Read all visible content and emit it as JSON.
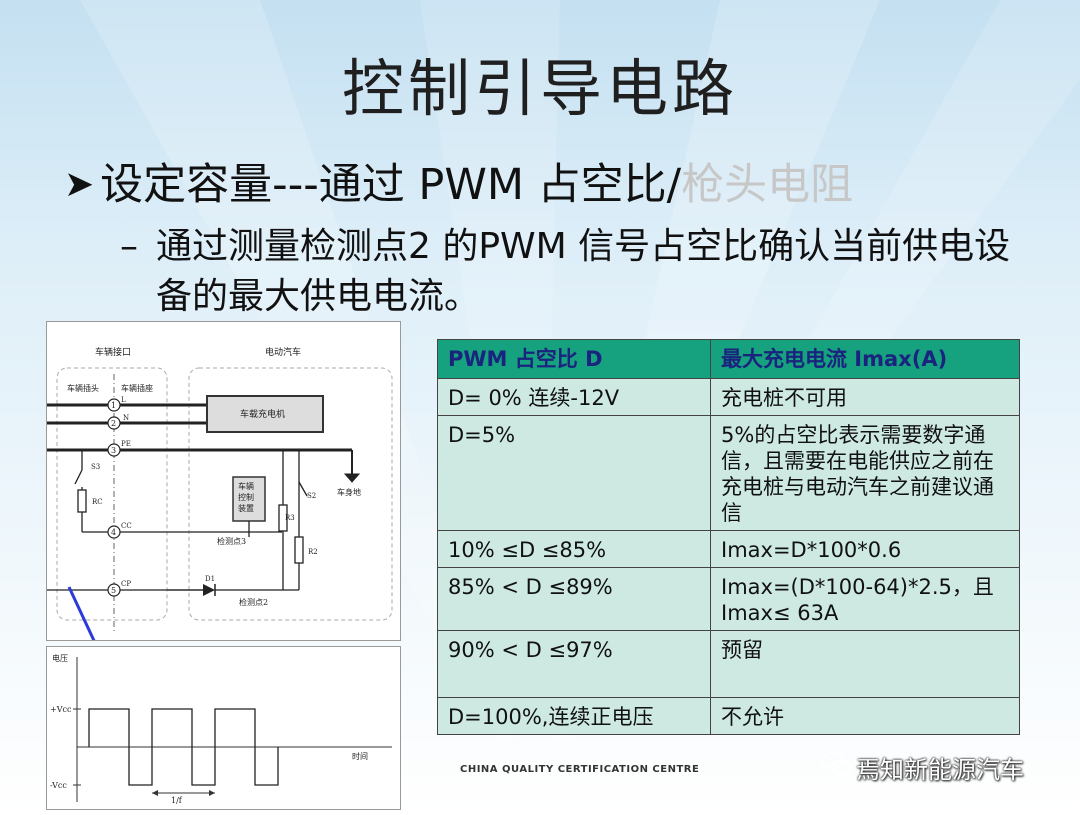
{
  "slide": {
    "title": "控制引导电路",
    "bullet1": {
      "arrow": "➤",
      "main": "设定容量---通过 PWM 占空比/",
      "faded": "枪头电阻"
    },
    "bullet2": {
      "dash": "–",
      "text": "通过测量检测点2 的PWM 信号占空比确认当前供电设备的最大供电电流。"
    }
  },
  "circuit": {
    "labels": {
      "vehicle_interface": "车辆接口",
      "ev": "电动汽车",
      "vehicle_plug": "车辆插头",
      "vehicle_socket": "车辆插座",
      "onboard_charger": "车载充电机",
      "chassis_ground": "车身地",
      "vcu_1": "车辆",
      "vcu_2": "控制",
      "vcu_3": "装置",
      "detect3": "检测点3",
      "detect2": "检测点2",
      "L": "L",
      "N": "N",
      "PE": "PE",
      "CC": "CC",
      "CP": "CP",
      "S3": "S3",
      "RC": "RC",
      "R3": "R3",
      "S2": "S2",
      "R2": "R2",
      "D1": "D1",
      "n1": "1",
      "n2": "2",
      "n3": "3",
      "n4": "4",
      "n5": "5"
    }
  },
  "waveform": {
    "ylabel": "电压",
    "vcc_pos": "+Vcc",
    "vcc_neg": "-Vcc",
    "xlabel": "时间",
    "period": "1/f"
  },
  "table": {
    "headers": [
      "PWM 占空比 D",
      "最大充电电流 Imax(A)"
    ],
    "rows": [
      [
        "D= 0% 连续-12V",
        "充电桩不可用"
      ],
      [
        "D=5%",
        "5%的占空比表示需要数字通信，且需要在电能供应之前在充电桩与电动汽车之前建议通信"
      ],
      [
        "10%  ≤D  ≤85%",
        "Imax=D*100*0.6"
      ],
      [
        "85%  <  D  ≤89%",
        "Imax=(D*100-64)*2.5，且Imax≤ 63A"
      ],
      [
        "90%  <  D  ≤97%",
        "预留"
      ],
      [
        "D=100%,连续正电压",
        "不允许"
      ]
    ]
  },
  "footer": {
    "cqc": "CHINA QUALITY CERTIFICATION CENTRE",
    "watermark": "焉知新能源汽车"
  },
  "colors": {
    "table_header": "#16a27e",
    "table_header_text": "#1a237e",
    "table_body": "#cde9e2",
    "arrow": "#2a3bd6"
  }
}
